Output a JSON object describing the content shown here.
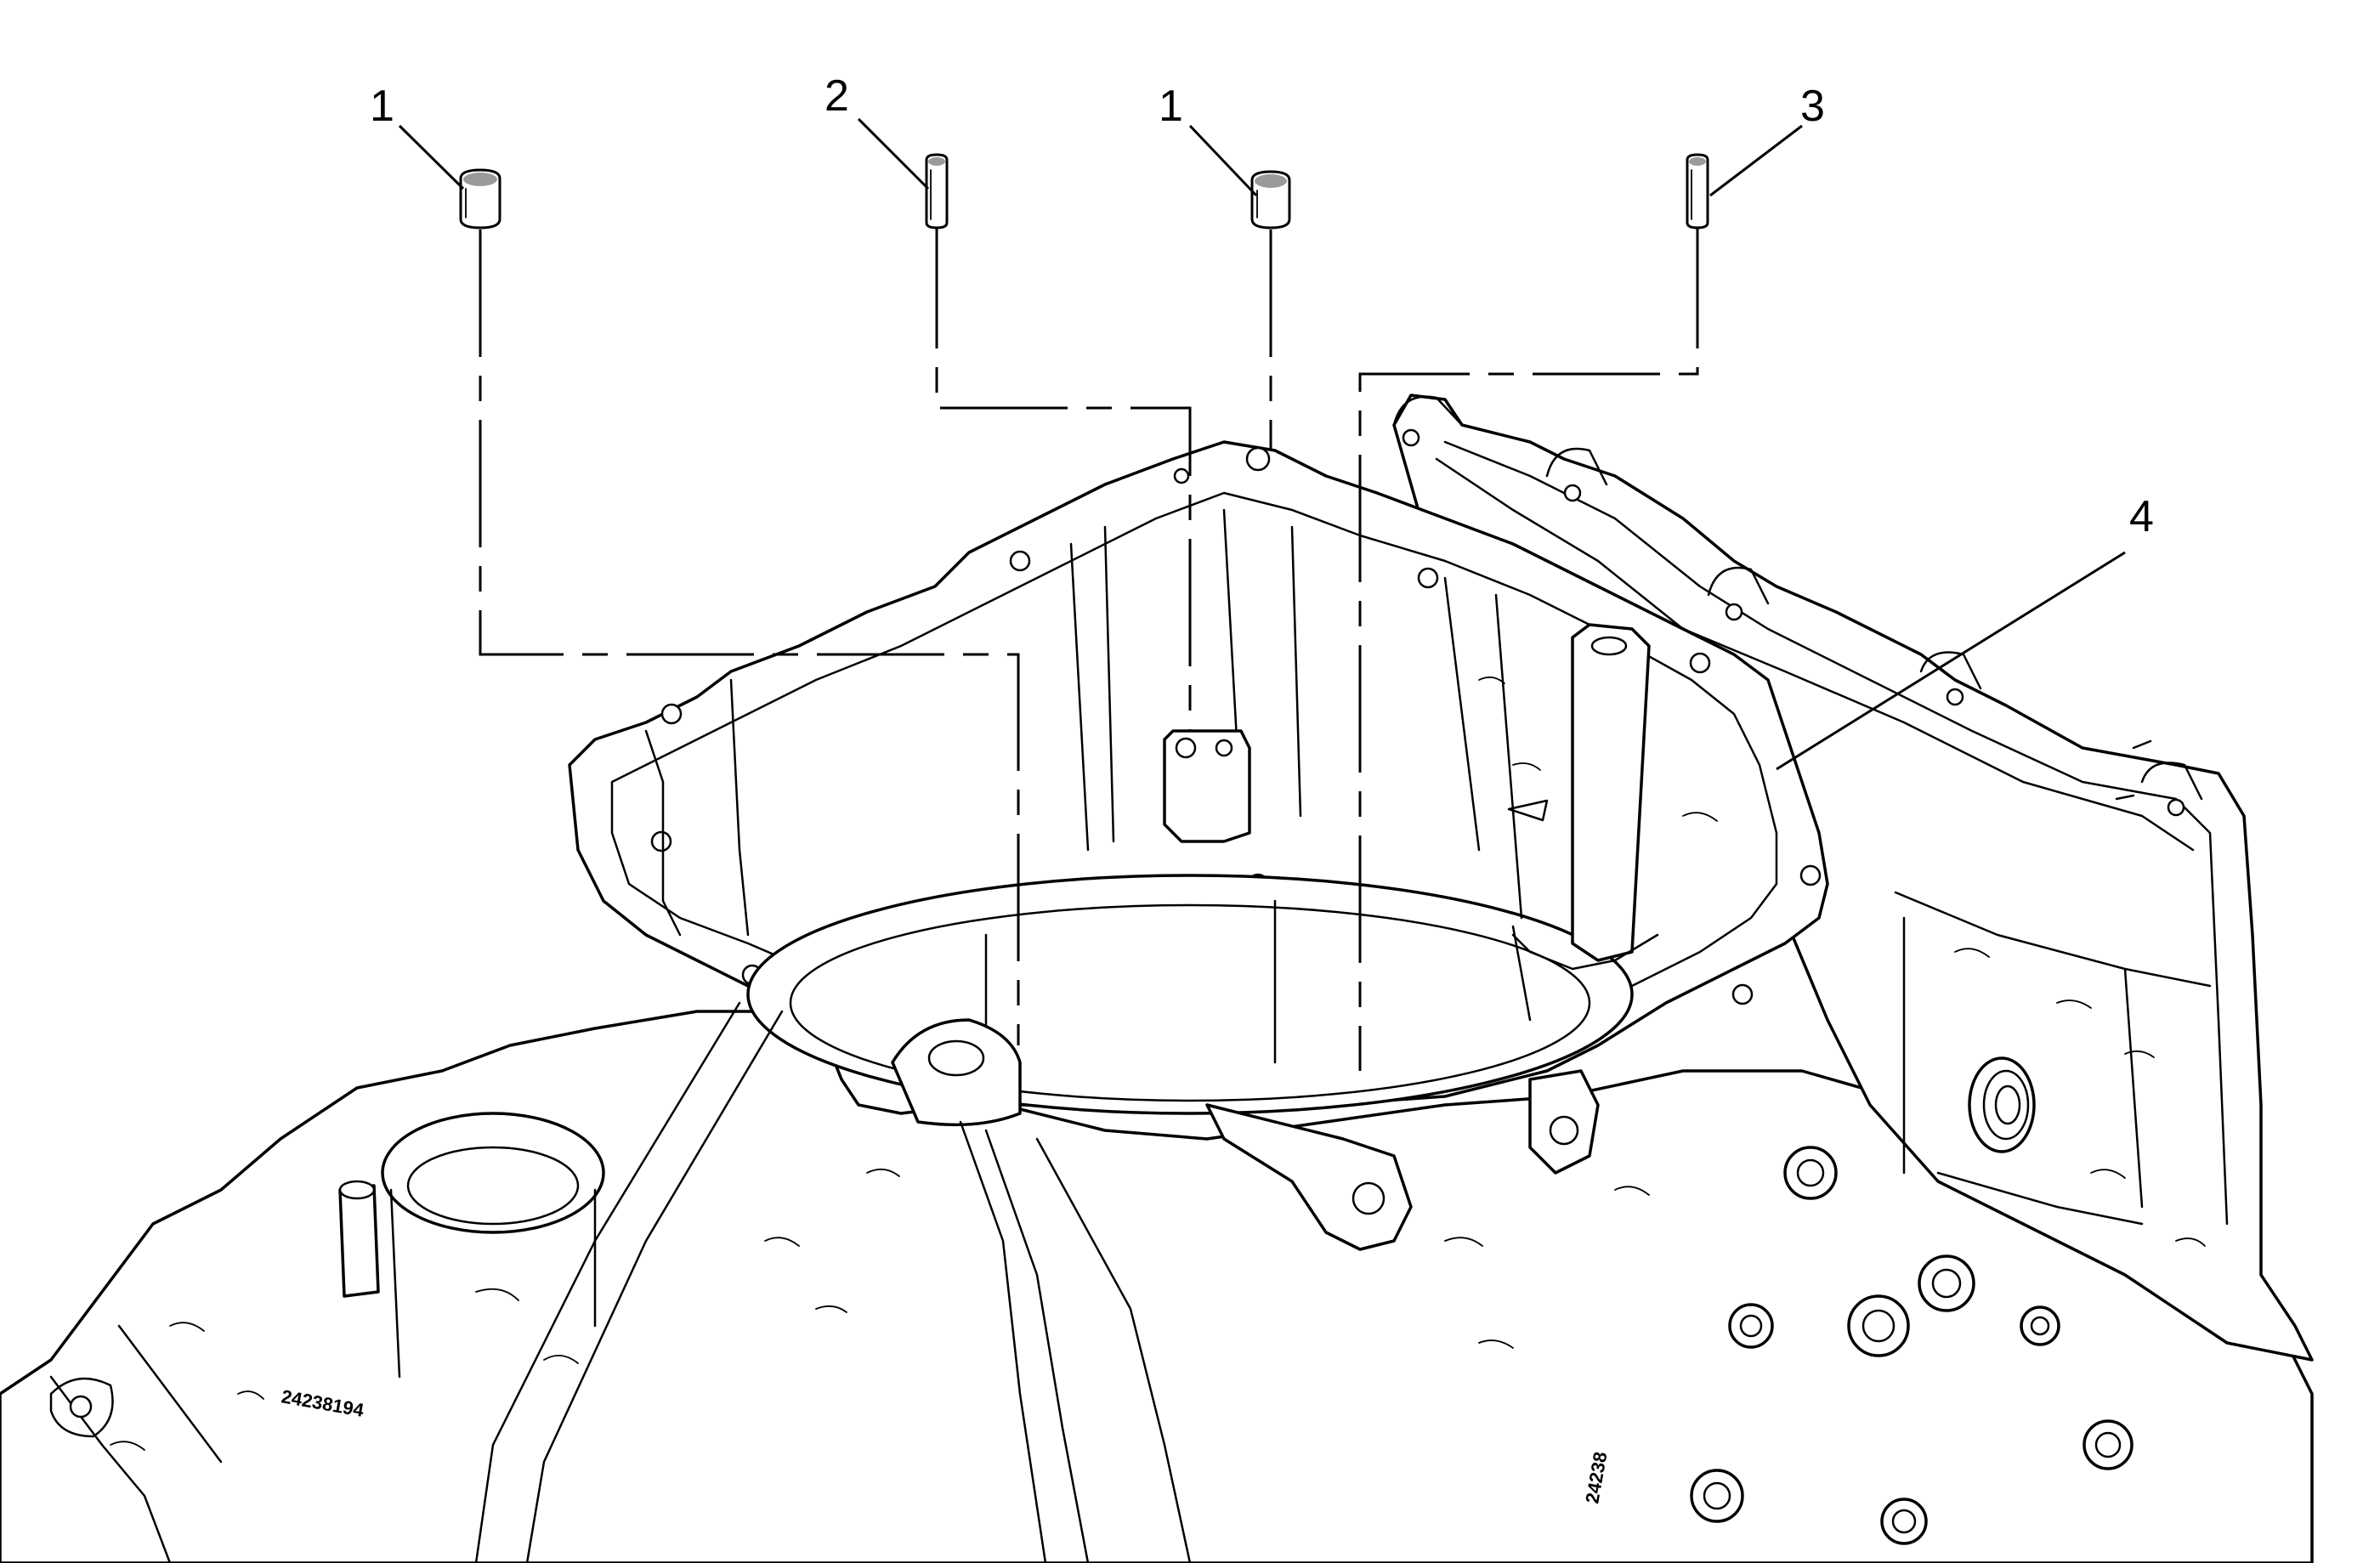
{
  "callouts": [
    {
      "id": "c1a",
      "label": "1"
    },
    {
      "id": "c2",
      "label": "2"
    },
    {
      "id": "c1b",
      "label": "1"
    },
    {
      "id": "c3",
      "label": "3"
    },
    {
      "id": "c4",
      "label": "4"
    }
  ],
  "parts": {
    "dowel_pin_1": "dowel-pin",
    "locating_pin_2": "locating-pin",
    "locating_pin_3": "locating-pin",
    "case_4": "transmission-case"
  },
  "cast_marks": {
    "part_number_left": "24238194",
    "part_number_right": "24238"
  },
  "colors": {
    "line": "#000000",
    "background": "#ffffff",
    "pin_shade": "#9a9a9a"
  }
}
